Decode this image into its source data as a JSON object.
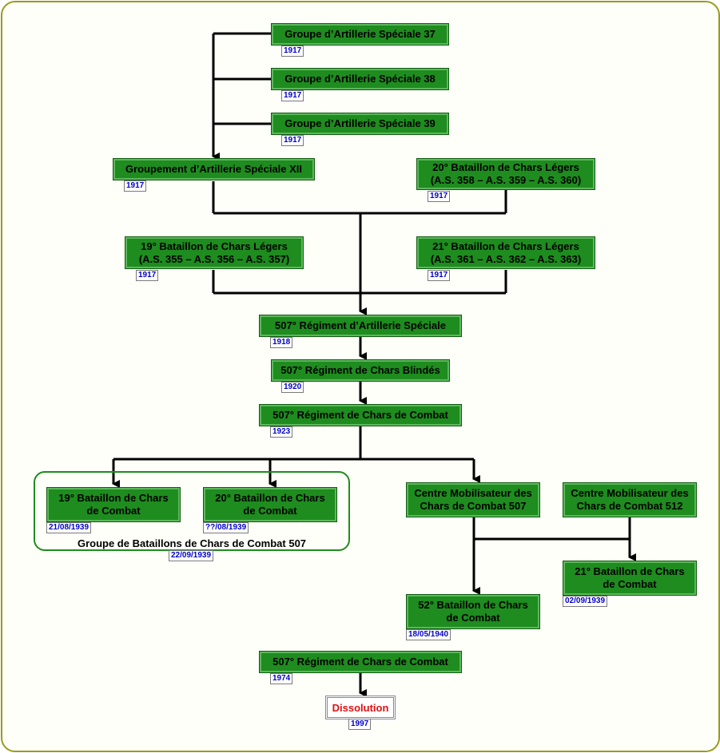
{
  "nodes": {
    "gas37": {
      "label": "Groupe d’Artillerie Spéciale 37",
      "date": "1917"
    },
    "gas38": {
      "label": "Groupe d’Artillerie Spéciale 38",
      "date": "1917"
    },
    "gas39": {
      "label": "Groupe d’Artillerie Spéciale 39",
      "date": "1917"
    },
    "gasxii": {
      "label": "Groupement d’Artillerie Spéciale XII",
      "date": "1917"
    },
    "b20": {
      "label": "20° Bataillon de Chars Légers\n(A.S. 358 – A.S. 359 – A.S. 360)",
      "date": "1917"
    },
    "b19": {
      "label": "19° Bataillon de Chars Légers\n(A.S. 355 – A.S. 356 – A.S. 357)",
      "date": "1917"
    },
    "b21": {
      "label": "21° Bataillon de Chars Légers\n(A.S. 361 – A.S. 362 – A.S. 363)",
      "date": "1917"
    },
    "r507as": {
      "label": "507° Régiment d’Artillerie Spéciale",
      "date": "1918"
    },
    "r507cb": {
      "label": "507° Régiment de Chars Blindés",
      "date": "1920"
    },
    "r507cc": {
      "label": "507° Régiment de Chars de Combat",
      "date": "1923"
    },
    "bcc19": {
      "label": "19° Bataillon de Chars\nde Combat",
      "date": "21/08/1939"
    },
    "bcc20": {
      "label": "20° Bataillon de Chars\nde Combat",
      "date": "??/08/1939"
    },
    "cm507": {
      "label": "Centre Mobilisateur des\nChars de Combat 507",
      "date": ""
    },
    "cm512": {
      "label": "Centre Mobilisateur des\nChars de Combat 512",
      "date": ""
    },
    "bcc21": {
      "label": "21° Bataillon de Chars\nde Combat",
      "date": "02/09/1939"
    },
    "bcc52": {
      "label": "52° Bataillon de Chars\nde Combat",
      "date": "18/05/1940"
    },
    "r507cc74": {
      "label": "507° Régiment de Chars de Combat",
      "date": "1974"
    },
    "dissolution": {
      "label": "Dissolution",
      "date": "1997"
    }
  },
  "group": {
    "label": "Groupe de Bataillons de Chars de Combat 507",
    "date": "22/09/1939"
  },
  "colors": {
    "node_fill": "#1e8c1e",
    "date_text": "#0000cc",
    "dissolution_text": "#e01010",
    "frame": "#9a9a1e"
  }
}
